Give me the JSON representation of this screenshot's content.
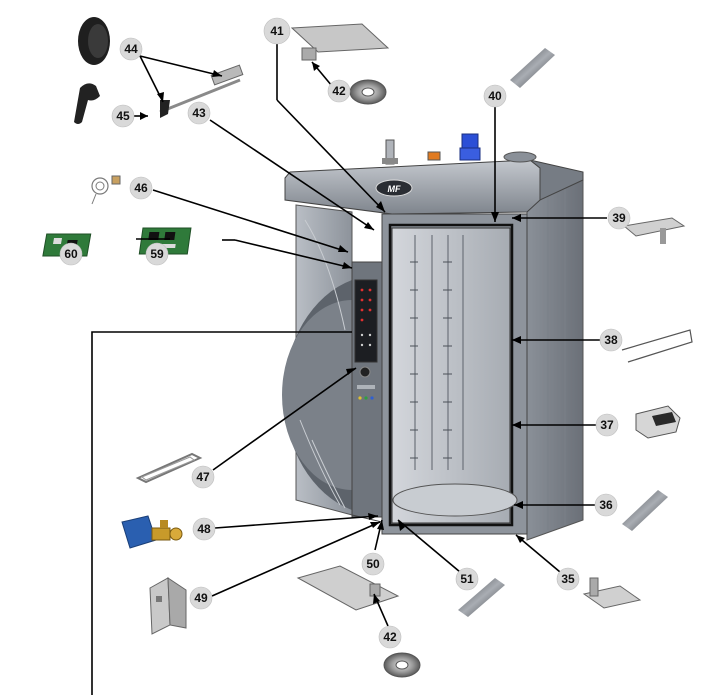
{
  "diagram": {
    "brand_logo_text": "MF",
    "callouts": [
      {
        "id": "c41",
        "label": "41"
      },
      {
        "id": "c42a",
        "label": "42"
      },
      {
        "id": "c40",
        "label": "40"
      },
      {
        "id": "c44",
        "label": "44"
      },
      {
        "id": "c45",
        "label": "45"
      },
      {
        "id": "c43",
        "label": "43"
      },
      {
        "id": "c46",
        "label": "46"
      },
      {
        "id": "c60",
        "label": "60"
      },
      {
        "id": "c59",
        "label": "59"
      },
      {
        "id": "c39",
        "label": "39"
      },
      {
        "id": "c38",
        "label": "38"
      },
      {
        "id": "c37",
        "label": "37"
      },
      {
        "id": "c47",
        "label": "47"
      },
      {
        "id": "c36",
        "label": "36"
      },
      {
        "id": "c48",
        "label": "48"
      },
      {
        "id": "c50",
        "label": "50"
      },
      {
        "id": "c35",
        "label": "35"
      },
      {
        "id": "c51",
        "label": "51"
      },
      {
        "id": "c49",
        "label": "49"
      },
      {
        "id": "c42b",
        "label": "42"
      }
    ],
    "colors": {
      "callout_fill": "#d9d9d9",
      "oven_body": "#9aa0a8",
      "oven_dark": "#6f757d",
      "motor_blue": "#2b4fd6",
      "pcb_green": "#2f7a3a",
      "valve_blue": "#2a5fb0",
      "brass": "#c89a2a"
    }
  }
}
